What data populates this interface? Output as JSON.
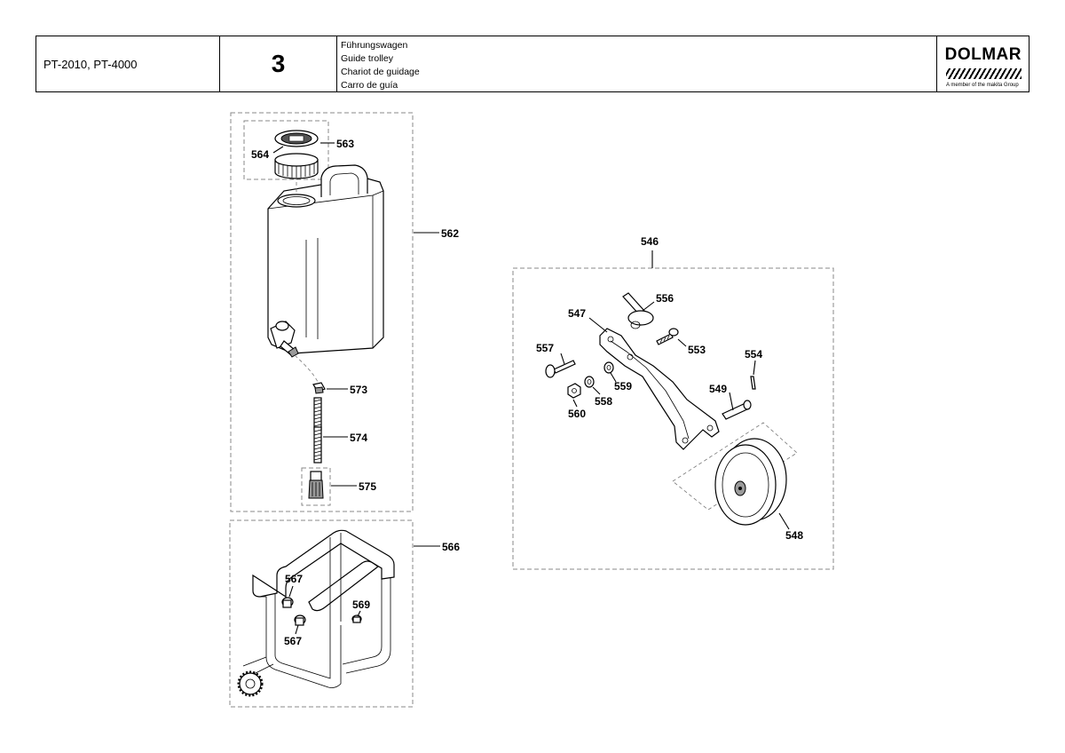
{
  "header": {
    "models": "PT-2010, PT-4000",
    "page_number": "3",
    "titles": [
      "Führungswagen",
      "Guide trolley",
      "Chariot de guidage",
      "Carro de guía"
    ],
    "brand": "DOLMAR",
    "tagline": "A member of the makita Group"
  },
  "callouts": {
    "p562": "562",
    "p563": "563",
    "p564": "564",
    "p573": "573",
    "p574": "574",
    "p575": "575",
    "p566": "566",
    "p567a": "567",
    "p567b": "567",
    "p569": "569",
    "p546": "546",
    "p547": "547",
    "p548": "548",
    "p549": "549",
    "p553": "553",
    "p554": "554",
    "p556": "556",
    "p557": "557",
    "p558": "558",
    "p559": "559",
    "p560": "560"
  }
}
